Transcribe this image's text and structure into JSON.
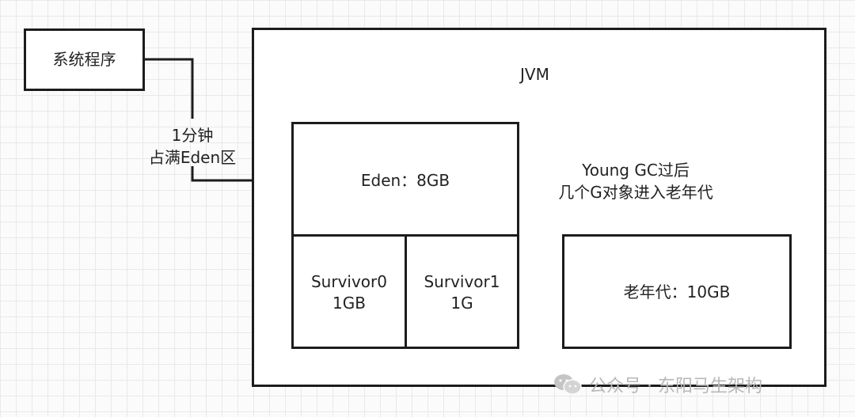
{
  "system_box": {
    "label": "系统程序"
  },
  "jvm": {
    "label": "JVM",
    "eden": {
      "label": "Eden：8GB"
    },
    "survivor0": {
      "line1": "Survivor0",
      "line2": "1GB"
    },
    "survivor1": {
      "line1": "Survivor1",
      "line2": "1G"
    },
    "old_gen": {
      "label": "老年代：10GB"
    }
  },
  "arrows": {
    "system_to_eden": {
      "line1": "1分钟",
      "line2": "占满Eden区"
    },
    "eden_to_old": {
      "line1": "Young GC过后",
      "line2": "几个G对象进入老年代"
    }
  },
  "watermark": {
    "icon": "wechat-icon",
    "text": "公众号 · 东阳马生架构"
  },
  "colors": {
    "line": "#1c1c1c",
    "grid": "#e9e9e9",
    "watermark": "#b8b8b8"
  }
}
